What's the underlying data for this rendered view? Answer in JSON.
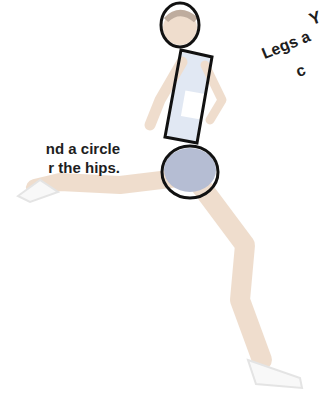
{
  "diagram": {
    "labels": [
      "nd a circle r the hips.",
      "Y",
      "Legs a",
      "c"
    ]
  }
}
